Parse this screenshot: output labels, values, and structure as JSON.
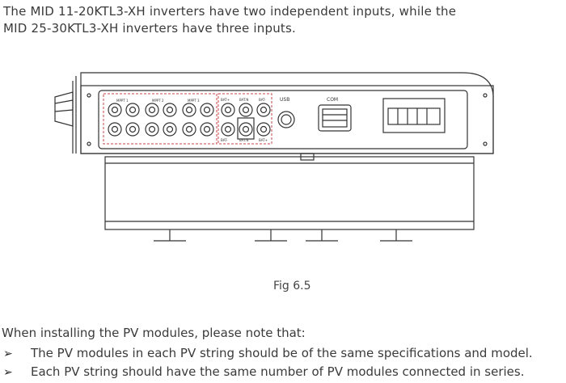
{
  "intro": {
    "line1": "The MID 11-20KTL3-XH inverters have two independent inputs, while the",
    "line2": "MID 25-30KTL3-XH inverters have three inputs."
  },
  "figure": {
    "labels": {
      "mppt1": "MPPT 1",
      "mppt2": "MPPT 2",
      "mppt3": "MPPT 3",
      "bat_plus_left": "BAT+",
      "bat_n_top": "BAT.N",
      "bat_minus_top": "BAT-",
      "bat_minus_left": "BAT-",
      "bat_n_bottom": "BAT.N",
      "bat_plus_bottom": "BAT+",
      "usb": "USB",
      "com": "COM"
    },
    "caption": "Fig 6.5"
  },
  "notes": {
    "intro": "When installing the PV modules, please note that:",
    "bullet_symbol": "➢",
    "items": [
      "The PV modules in each PV string should be of the same specifications and model.",
      "Each PV string should have the same number of PV modules connected in series."
    ]
  }
}
